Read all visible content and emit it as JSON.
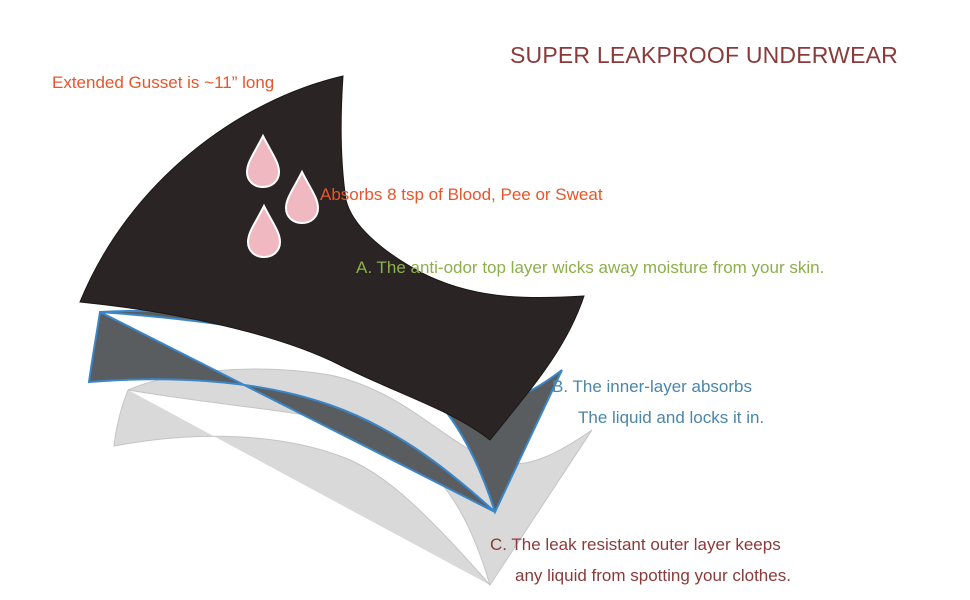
{
  "title": "SUPER LEAKPROOF UNDERWEAR",
  "callouts": {
    "gusset": "Extended Gusset is ~11” long",
    "absorbs": "Absorbs 8 tsp of Blood, Pee or Sweat"
  },
  "layers": {
    "a": {
      "line1": "A. The anti-odor top layer wicks away moisture from your skin."
    },
    "b": {
      "line1": "B. The inner-layer absorbs",
      "line2": "The liquid and locks it in."
    },
    "c": {
      "line1": "C. The leak resistant outer layer keeps",
      "line2": "any liquid from spotting your clothes."
    }
  },
  "colors": {
    "title": "#8b3a3a",
    "callout": "#e8552a",
    "layer_a_text": "#8cb04a",
    "layer_b_text": "#4a86a8",
    "layer_c_text": "#8b3a3a",
    "top_layer_fill": "#2a2524",
    "inner_layer_fill": "#5a5d5f",
    "inner_layer_stroke": "#3a86c8",
    "outer_layer_fill": "#d9d9d9",
    "droplet_fill": "#f0b8c0"
  },
  "icons": [
    "droplet-icon",
    "droplet-icon",
    "droplet-icon"
  ]
}
